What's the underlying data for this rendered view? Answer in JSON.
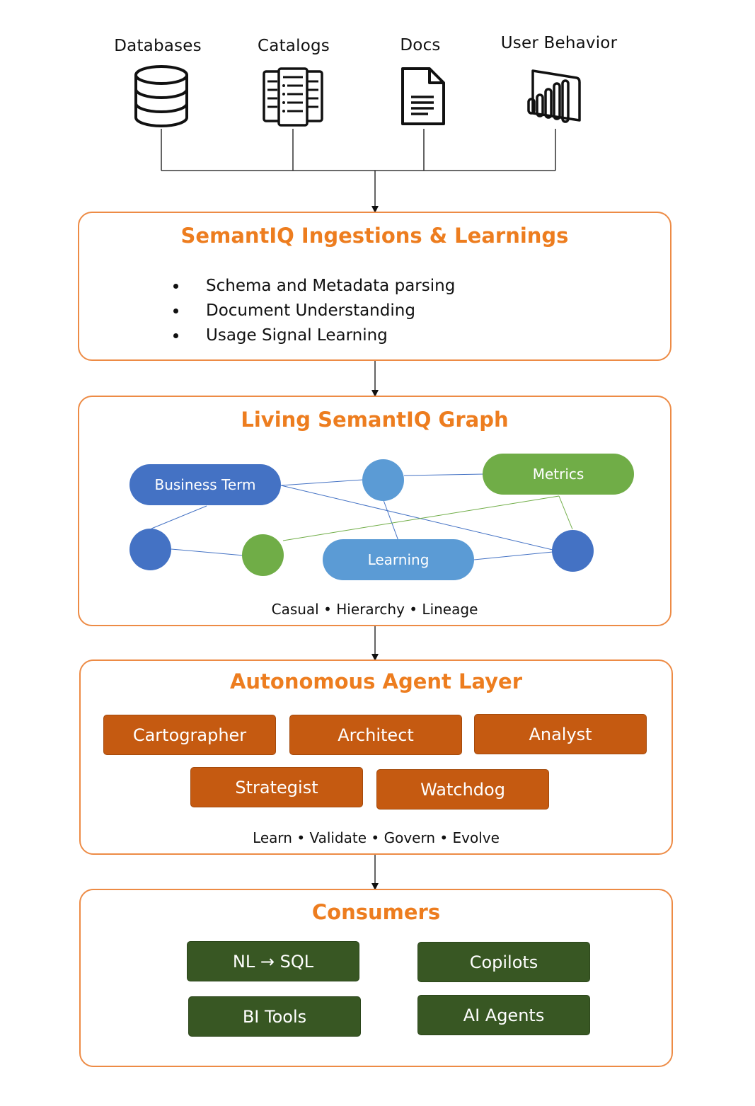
{
  "sources": [
    {
      "label": "Databases",
      "icon": "database-icon"
    },
    {
      "label": "Catalogs",
      "icon": "catalog-icon"
    },
    {
      "label": "Docs",
      "icon": "document-icon"
    },
    {
      "label": "User Behavior",
      "icon": "user-behavior-chart-icon"
    }
  ],
  "ingestion": {
    "title": "SemantIQ Ingestions & Learnings",
    "bullets": [
      "Schema and Metadata parsing",
      "Document Understanding",
      "Usage Signal Learning"
    ]
  },
  "graph": {
    "title": "Living SemantIQ Graph",
    "nodes": {
      "business_term": "Business Term",
      "metrics": "Metrics",
      "learning": "Learning"
    },
    "caption": "Casual • Hierarchy • Lineage"
  },
  "agents": {
    "title": "Autonomous Agent Layer",
    "items": [
      "Cartographer",
      "Architect",
      "Analyst",
      "Strategist",
      "Watchdog"
    ],
    "caption": "Learn • Validate • Govern • Evolve"
  },
  "consumers": {
    "title": "Consumers",
    "items": [
      "NL → SQL",
      "Copilots",
      "BI Tools",
      "AI Agents"
    ]
  },
  "colors": {
    "panel_border": "#ed8b45",
    "title_orange": "#ed7d1f",
    "agent_fill": "#c55a11",
    "consumer_fill": "#385723",
    "node_dark_blue": "#4472c4",
    "node_light_blue": "#5b9bd5",
    "node_green": "#70ad47"
  }
}
